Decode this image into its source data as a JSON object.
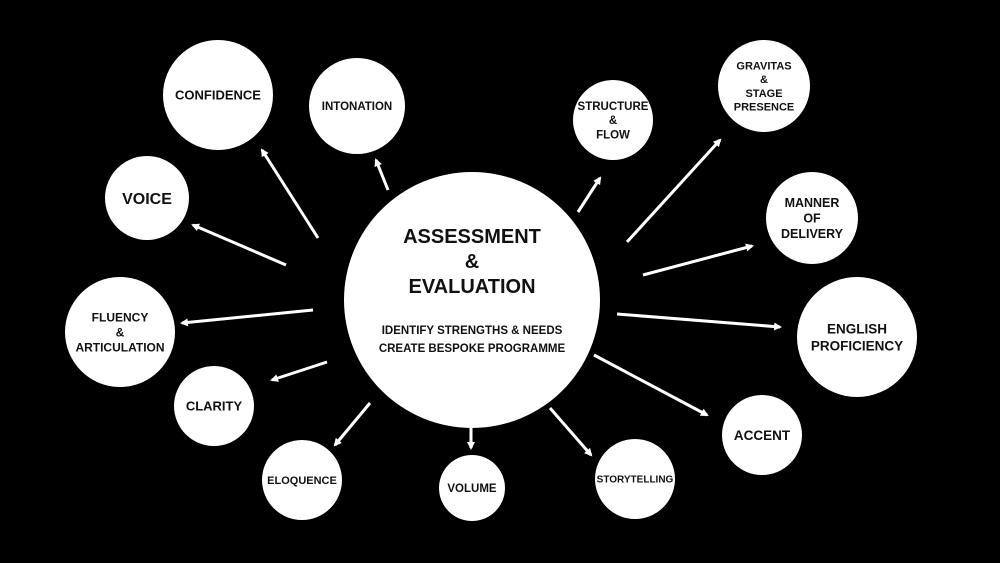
{
  "colors": {
    "background": "#000000",
    "circle": "#ffffff",
    "text": "#111111",
    "arrow": "#ffffff"
  },
  "center": {
    "title_lines": [
      "ASSESSMENT",
      "&",
      "EVALUATION"
    ],
    "subtitle_lines": [
      "IDENTIFY STRENGTHS & NEEDS",
      "CREATE BESPOKE PROGRAMME"
    ]
  },
  "nodes": [
    {
      "id": "confidence",
      "lines": [
        "CONFIDENCE"
      ]
    },
    {
      "id": "intonation",
      "lines": [
        "INTONATION"
      ]
    },
    {
      "id": "voice",
      "lines": [
        "VOICE"
      ]
    },
    {
      "id": "fluency",
      "lines": [
        "FLUENCY",
        "&",
        "ARTICULATION"
      ]
    },
    {
      "id": "clarity",
      "lines": [
        "CLARITY"
      ]
    },
    {
      "id": "eloquence",
      "lines": [
        "ELOQUENCE"
      ]
    },
    {
      "id": "volume",
      "lines": [
        "VOLUME"
      ]
    },
    {
      "id": "storytelling",
      "lines": [
        "STORYTELLING"
      ]
    },
    {
      "id": "accent",
      "lines": [
        "ACCENT"
      ]
    },
    {
      "id": "english",
      "lines": [
        "ENGLISH",
        "PROFICIENCY"
      ]
    },
    {
      "id": "manner",
      "lines": [
        "MANNER",
        "OF",
        "DELIVERY"
      ]
    },
    {
      "id": "gravitas",
      "lines": [
        "GRAVITAS",
        "&",
        "STAGE",
        "PRESENCE"
      ]
    },
    {
      "id": "structure",
      "lines": [
        "STRUCTURE",
        "&",
        "FLOW"
      ]
    }
  ]
}
